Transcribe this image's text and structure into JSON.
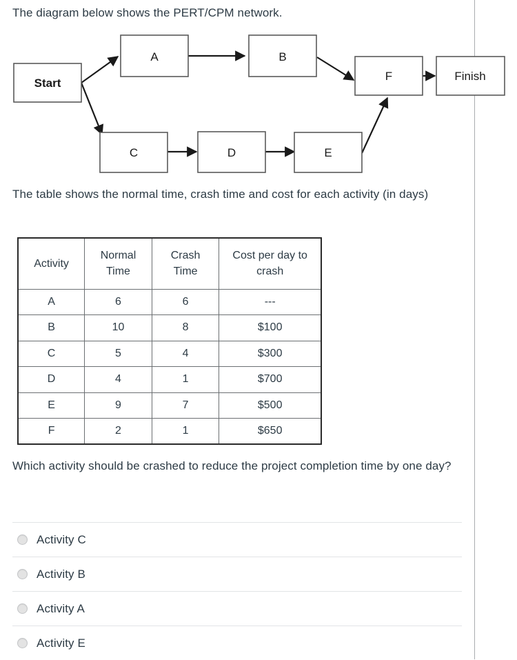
{
  "intro": {
    "diagram_caption": "The diagram below shows the PERT/CPM network.",
    "table_caption": "The table shows the normal time, crash time and cost for each activity (in days)"
  },
  "diagram": {
    "nodes": [
      {
        "id": "start",
        "label": "Start"
      },
      {
        "id": "a",
        "label": "A"
      },
      {
        "id": "b",
        "label": "B"
      },
      {
        "id": "c",
        "label": "C"
      },
      {
        "id": "d",
        "label": "D"
      },
      {
        "id": "e",
        "label": "E"
      },
      {
        "id": "f",
        "label": "F"
      },
      {
        "id": "finish",
        "label": "Finish"
      }
    ],
    "edges": [
      {
        "from": "start",
        "to": "a"
      },
      {
        "from": "start",
        "to": "c"
      },
      {
        "from": "a",
        "to": "b"
      },
      {
        "from": "b",
        "to": "f"
      },
      {
        "from": "c",
        "to": "d"
      },
      {
        "from": "d",
        "to": "e"
      },
      {
        "from": "e",
        "to": "f"
      },
      {
        "from": "f",
        "to": "finish"
      }
    ],
    "line_color": "#1a1a1a",
    "box_border_color": "#595959"
  },
  "table": {
    "headers": [
      "Activity",
      "Normal Time",
      "Crash Time",
      "Cost per day to crash"
    ],
    "headers_line1": [
      "Activity",
      "Normal",
      "Crash",
      "Cost per day to"
    ],
    "headers_line2": [
      "",
      "Time",
      "Time",
      "crash"
    ],
    "rows": [
      {
        "activity": "A",
        "normal_time": "6",
        "crash_time": "6",
        "cost_per_day": "---"
      },
      {
        "activity": "B",
        "normal_time": "10",
        "crash_time": "8",
        "cost_per_day": "$100"
      },
      {
        "activity": "C",
        "normal_time": "5",
        "crash_time": "4",
        "cost_per_day": "$300"
      },
      {
        "activity": "D",
        "normal_time": "4",
        "crash_time": "1",
        "cost_per_day": "$700"
      },
      {
        "activity": "E",
        "normal_time": "9",
        "crash_time": "7",
        "cost_per_day": "$500"
      },
      {
        "activity": "F",
        "normal_time": "2",
        "crash_time": "1",
        "cost_per_day": "$650"
      }
    ]
  },
  "question": {
    "text": "Which activity should be crashed to reduce the project completion time by one day?",
    "options": [
      {
        "label": "Activity C",
        "selected": false
      },
      {
        "label": "Activity B",
        "selected": false
      },
      {
        "label": "Activity A",
        "selected": false
      },
      {
        "label": "Activity E",
        "selected": false
      }
    ]
  },
  "colors": {
    "text": "#2d3b45",
    "rule": "#a9acaf",
    "separator": "#e2e4e6",
    "radio_fill": "#e3e3e3"
  }
}
